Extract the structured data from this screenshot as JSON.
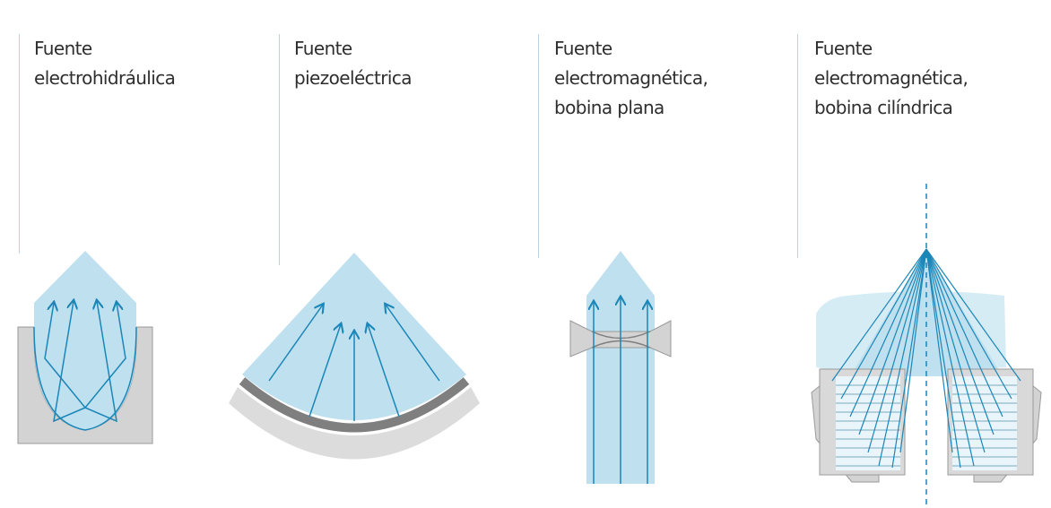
{
  "panels": [
    {
      "label": "Fuente\nelectrohidráulica"
    },
    {
      "label": "Fuente\npiezoeléctrica"
    },
    {
      "label": "Fuente\nelectromagnética,\nbobina plana"
    },
    {
      "label": "Fuente\nelectromagnética,\nbobina cilíndrica"
    }
  ],
  "colors": {
    "beam": "#bfe0ef",
    "arrow": "#1b86b8",
    "housing": "#d3d3d3",
    "housing_edge": "#9a9a9a",
    "divider": "#b9d3e0",
    "text": "#2e2e2e"
  }
}
